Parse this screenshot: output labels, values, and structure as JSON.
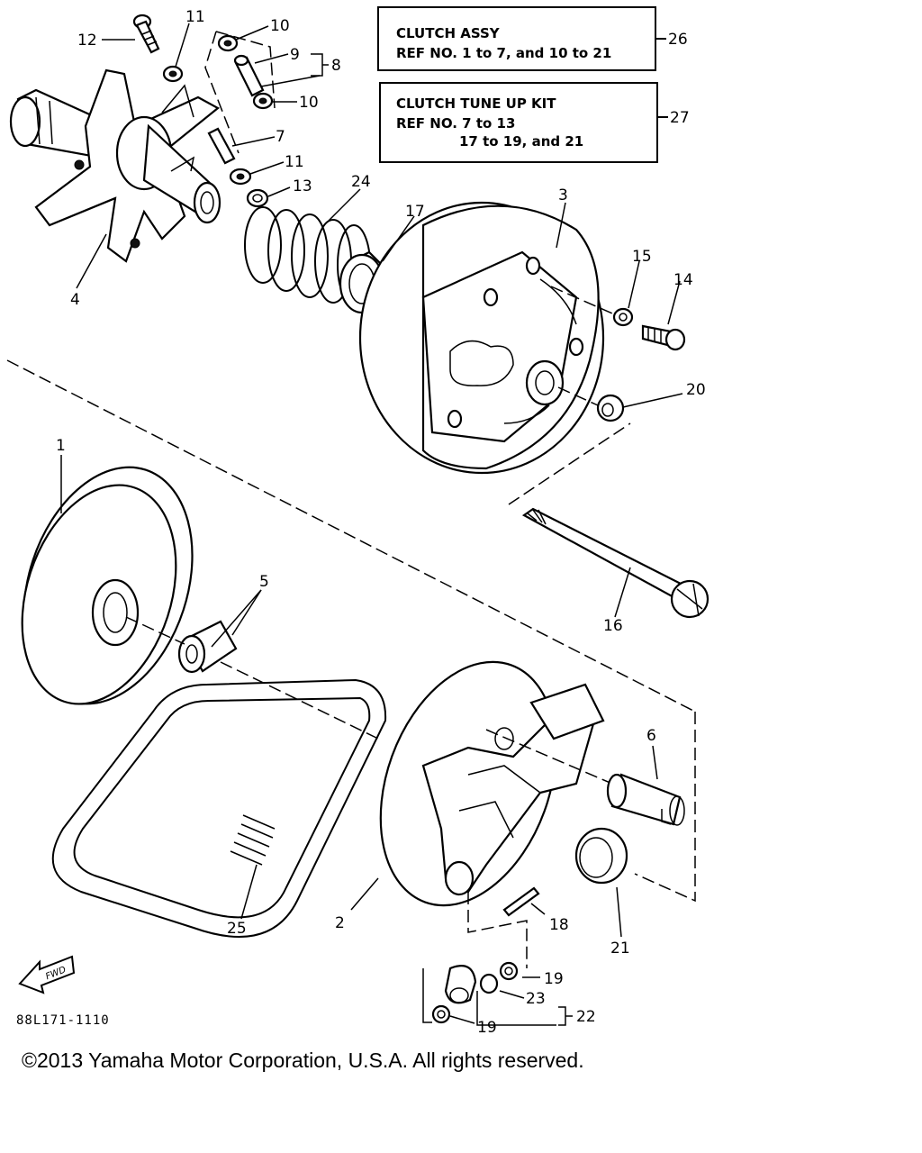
{
  "boxes": {
    "clutch_assy": {
      "title": "CLUTCH ASSY",
      "ref": "REF NO. 1 to 7, and 10 to 21",
      "no": "26"
    },
    "tune_kit": {
      "title": "CLUTCH TUNE UP KIT",
      "ref1": "REF NO. 7 to 13",
      "ref2": "17 to 19, and 21",
      "no": "27"
    }
  },
  "callouts": [
    "1",
    "2",
    "3",
    "4",
    "5",
    "6",
    "7",
    "8",
    "9",
    "10",
    "10",
    "11",
    "11",
    "12",
    "13",
    "14",
    "15",
    "16",
    "17",
    "18",
    "19",
    "19",
    "20",
    "21",
    "22",
    "23",
    "24",
    "25"
  ],
  "fwd_label": "FWD",
  "diagram_code": "88L171-1110",
  "copyright": "©2013 Yamaha Motor Corporation, U.S.A. All rights reserved."
}
